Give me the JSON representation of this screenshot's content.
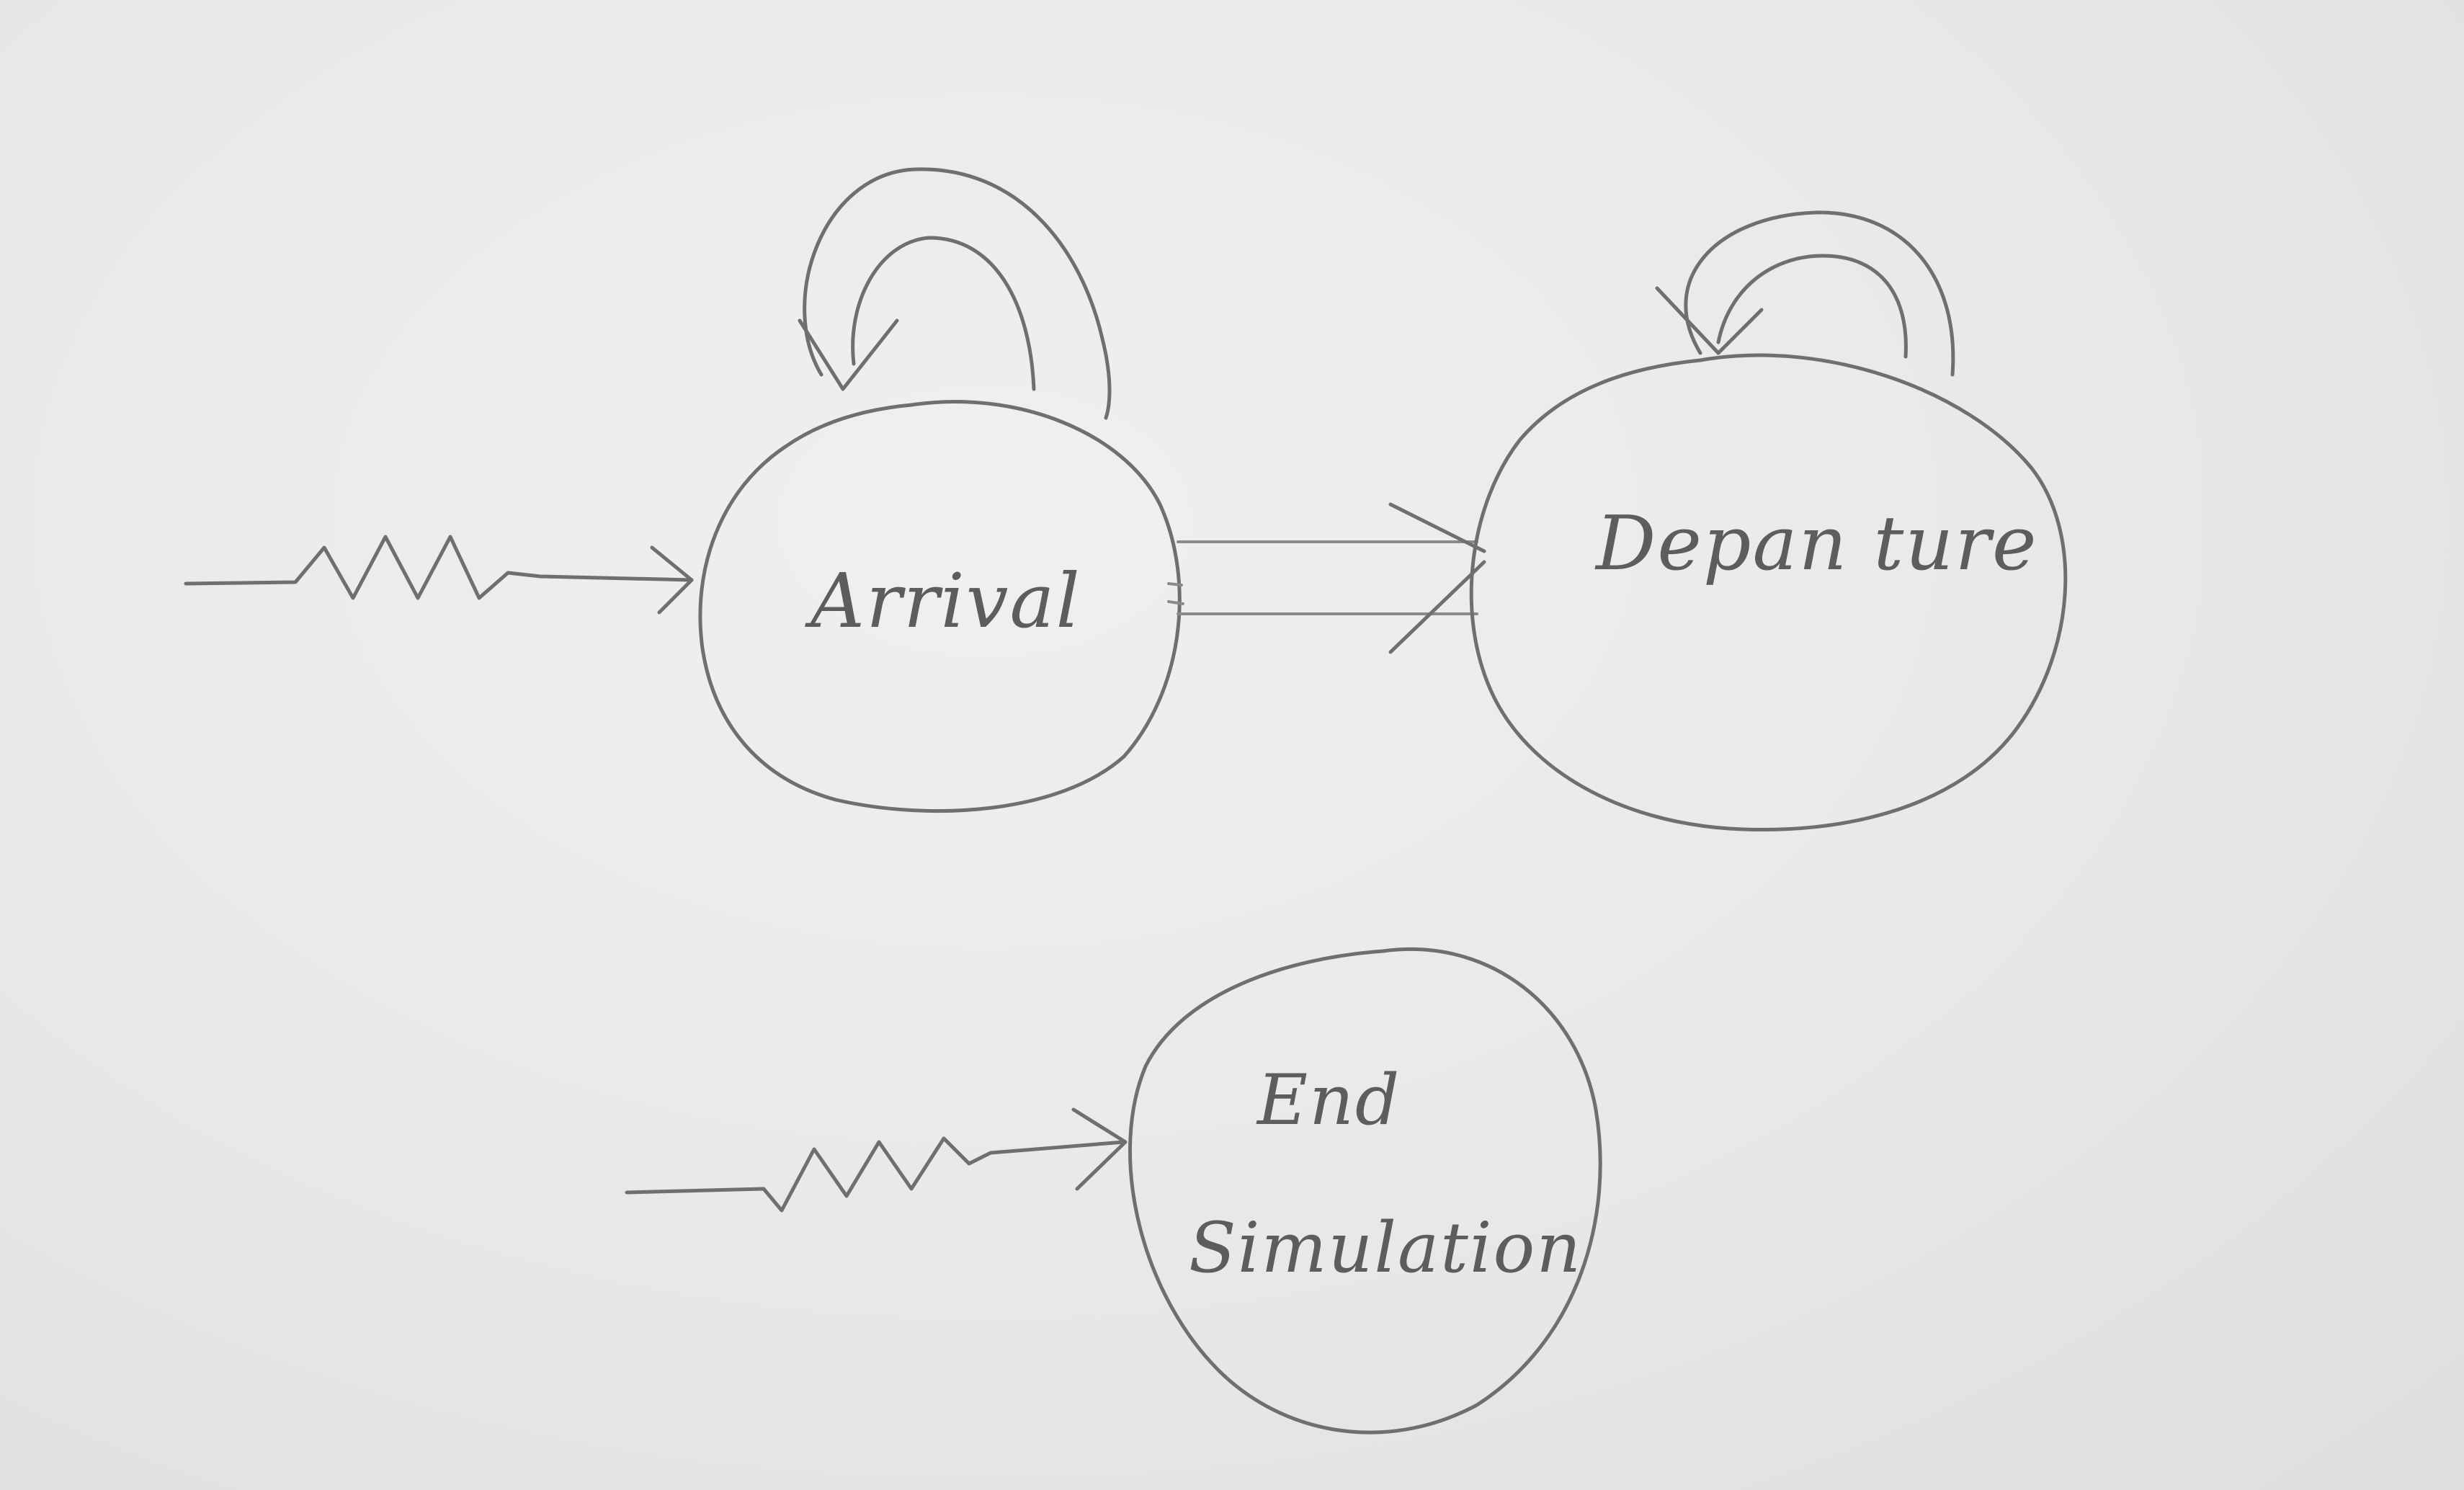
{
  "diagram": {
    "nodes": [
      {
        "id": "arrival",
        "label": "Arrival"
      },
      {
        "id": "departure",
        "label": "Depan ture"
      },
      {
        "id": "end",
        "label_line1": "End",
        "label_line2": "Simulation"
      }
    ],
    "edges": [
      {
        "from": "external",
        "to": "arrival",
        "style": "zigzag"
      },
      {
        "from": "arrival",
        "to": "arrival",
        "style": "self-loop"
      },
      {
        "from": "arrival",
        "to": "departure",
        "style": "double-line"
      },
      {
        "from": "departure",
        "to": "departure",
        "style": "self-loop"
      },
      {
        "from": "external",
        "to": "end",
        "style": "zigzag"
      }
    ],
    "stroke_color": "#6f6f72",
    "paper_color": "#e8e8ea"
  }
}
